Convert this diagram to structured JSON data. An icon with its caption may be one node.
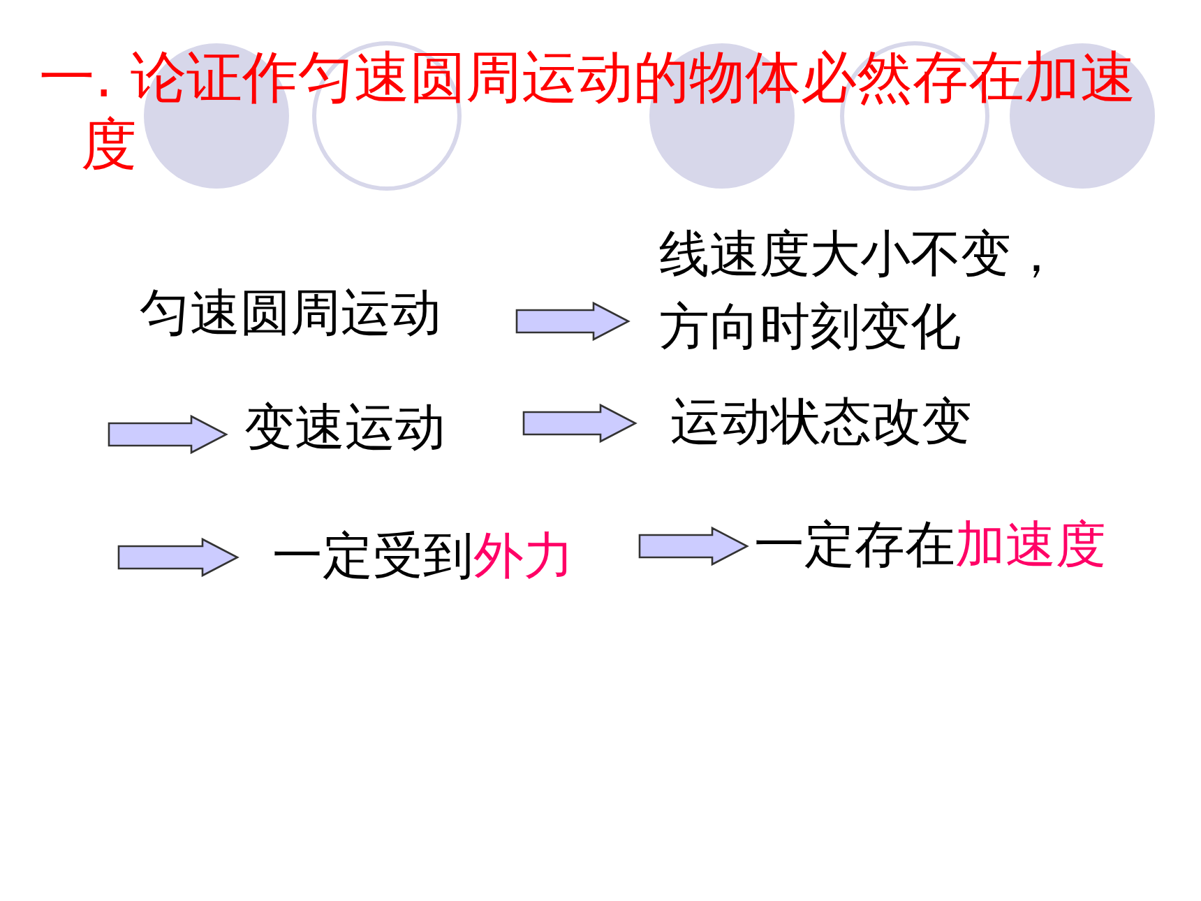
{
  "diagram": {
    "title": "一. 论证作匀速圆周运动的物体必然存在加速度",
    "nodes": [
      {
        "text": [
          "匀速圆周运动"
        ]
      },
      {
        "text": [
          "线速度大小不变，方向时刻变化"
        ]
      },
      {
        "text": [
          "变速运动"
        ]
      },
      {
        "text": [
          "运动状态改变"
        ]
      },
      {
        "text": [
          "一定受到",
          "外力"
        ]
      },
      {
        "text": [
          "一定存在",
          "加速度"
        ]
      }
    ],
    "edges": [
      {
        "from": 0,
        "to": 1,
        "arrow": "to"
      },
      {
        "from": null,
        "to": 2,
        "arrow": "to"
      },
      {
        "from": 2,
        "to": 3,
        "arrow": "to"
      },
      {
        "from": null,
        "to": 4,
        "arrow": "to"
      },
      {
        "from": 4,
        "to": 5,
        "arrow": "to"
      }
    ]
  }
}
